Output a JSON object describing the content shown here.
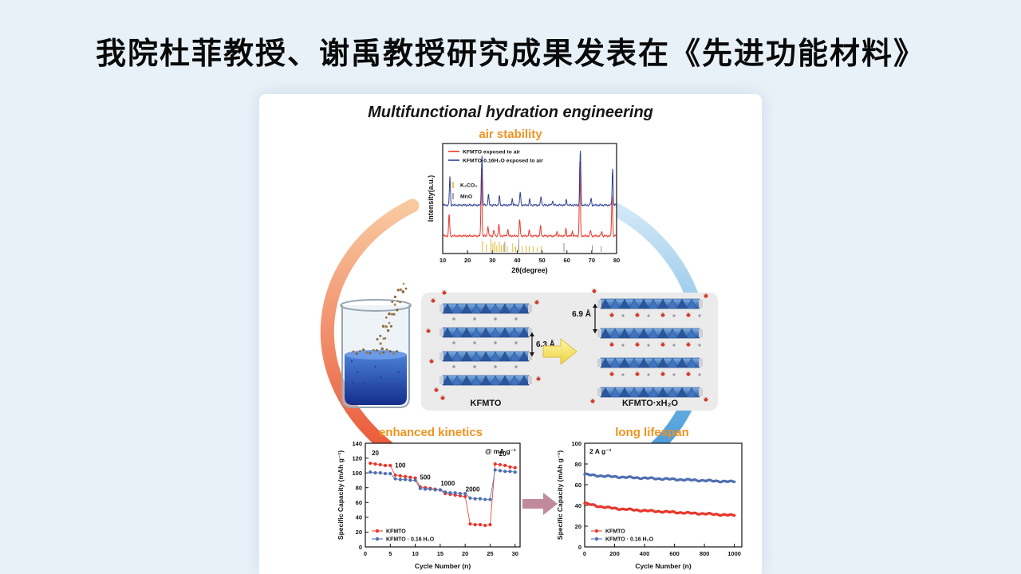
{
  "slide": {
    "title": "我院杜菲教授、谢禹教授研究成果发表在《先进功能材料》"
  },
  "figure": {
    "title": "Multifunctional hydration engineering",
    "sections": {
      "air": "air stability",
      "kinetics": "enhanced kinetics",
      "lifespan": "long lifespan"
    }
  },
  "schematic": {
    "left_label": "KFMTO",
    "right_label": "KFMTO·xH₂O",
    "left_spacing": "6.3 Å",
    "right_spacing": "6.9 Å"
  },
  "colors": {
    "background": "#e9f1f8",
    "panel": "#ffffff",
    "accent_orange": "#f0921e",
    "kfmto_red": "#e8372c",
    "hydrate_navy": "#2e3f94",
    "series_blue": "#4f6fb0",
    "k2co3_yellow": "#d9b832",
    "mno_gray": "#8f8f8f",
    "arc_red": "#e94c2e",
    "arc_blue": "#3f97d8",
    "arrow_pink": "#c18a9a",
    "arrow_yellow": "#eed23f"
  },
  "chart_data": [
    {
      "id": "xrd",
      "type": "line",
      "title": "air stability",
      "xlabel": "2θ(degree)",
      "ylabel": "Intensity(a.u.)",
      "xlim": [
        10,
        80
      ],
      "xticks": [
        10,
        20,
        30,
        40,
        50,
        60,
        70,
        80
      ],
      "legend_position": "top-left",
      "series": [
        {
          "name": "KFMTO exposed to air",
          "color": "#e8372c",
          "baseline": 0.16,
          "peaks": [
            [
              12.6,
              0.2
            ],
            [
              25.6,
              0.62
            ],
            [
              28.2,
              0.09
            ],
            [
              30.6,
              0.05
            ],
            [
              32.6,
              0.11
            ],
            [
              36.2,
              0.06
            ],
            [
              41.0,
              0.15
            ],
            [
              44.8,
              0.05
            ],
            [
              49.4,
              0.09
            ],
            [
              56.0,
              0.04
            ],
            [
              59.6,
              0.06
            ],
            [
              62.2,
              0.04
            ],
            [
              65.2,
              0.68
            ],
            [
              69.5,
              0.05
            ],
            [
              74.0,
              0.04
            ],
            [
              78.2,
              0.38
            ]
          ]
        },
        {
          "name": "KFMTO·0.16H₂O exposed to air",
          "color": "#2e3f94",
          "baseline": 0.44,
          "peaks": [
            [
              12.9,
              0.26
            ],
            [
              25.8,
              0.46
            ],
            [
              28.4,
              0.1
            ],
            [
              32.8,
              0.08
            ],
            [
              38.0,
              0.06
            ],
            [
              41.2,
              0.12
            ],
            [
              45.0,
              0.05
            ],
            [
              49.6,
              0.08
            ],
            [
              54.2,
              0.04
            ],
            [
              59.8,
              0.05
            ],
            [
              65.4,
              0.5
            ],
            [
              69.7,
              0.06
            ],
            [
              78.4,
              0.33
            ]
          ]
        }
      ],
      "references": [
        {
          "name": "K₂CO₃",
          "color": "#d9b832",
          "ticks": [
            [
              26.0,
              0.1
            ],
            [
              27.6,
              0.07
            ],
            [
              29.4,
              0.12
            ],
            [
              30.2,
              0.08
            ],
            [
              31.0,
              0.1
            ],
            [
              31.8,
              0.06
            ],
            [
              32.8,
              0.09
            ],
            [
              33.6,
              0.06
            ],
            [
              34.6,
              0.07
            ],
            [
              36.0,
              0.05
            ],
            [
              38.2,
              0.08
            ],
            [
              39.4,
              0.05
            ],
            [
              40.6,
              0.06
            ],
            [
              42.0,
              0.05
            ],
            [
              43.6,
              0.06
            ],
            [
              44.8,
              0.05
            ],
            [
              46.4,
              0.05
            ],
            [
              48.0,
              0.04
            ],
            [
              49.6,
              0.05
            ]
          ]
        },
        {
          "name": "MnO",
          "color": "#8f8f8f",
          "ticks": [
            [
              35.0,
              0.09
            ],
            [
              40.6,
              0.12
            ],
            [
              58.8,
              0.08
            ],
            [
              70.2,
              0.06
            ],
            [
              73.8,
              0.05
            ]
          ]
        }
      ]
    },
    {
      "id": "rate",
      "type": "scatter",
      "title": "enhanced kinetics",
      "xlabel": "Cycle Number (n)",
      "ylabel": "Specific Capacity (mAh g⁻¹)",
      "xlim": [
        0,
        31
      ],
      "ylim": [
        0,
        140
      ],
      "xticks": [
        0,
        5,
        10,
        15,
        20,
        25,
        30
      ],
      "yticks": [
        0,
        20,
        40,
        60,
        80,
        100,
        120,
        140
      ],
      "annotation": {
        "text": "@ mA g⁻¹",
        "pos": "top-right"
      },
      "rate_labels": [
        {
          "text": "20",
          "x": 2,
          "y": 124
        },
        {
          "text": "100",
          "x": 7,
          "y": 107
        },
        {
          "text": "500",
          "x": 12,
          "y": 91
        },
        {
          "text": "1000",
          "x": 16.5,
          "y": 83
        },
        {
          "text": "2000",
          "x": 21.5,
          "y": 75
        },
        {
          "text": "20",
          "x": 27.5,
          "y": 123
        }
      ],
      "series": [
        {
          "name": "KFMTO",
          "color": "#e8372c",
          "y": [
            113,
            112,
            111,
            110,
            110,
            97,
            96,
            95,
            94,
            93,
            81,
            80,
            79,
            78,
            77,
            72,
            71,
            70,
            69,
            68,
            31,
            30,
            30,
            29,
            30,
            112,
            111,
            110,
            108,
            107
          ]
        },
        {
          "name": "KFMTO · 0.16 H₂O",
          "color": "#4f6fb0",
          "y": [
            101,
            100,
            100,
            99,
            99,
            92,
            91,
            91,
            90,
            90,
            79,
            78,
            78,
            77,
            77,
            74,
            73,
            73,
            72,
            72,
            66,
            65,
            65,
            64,
            64,
            104,
            103,
            102,
            102,
            101
          ]
        }
      ]
    },
    {
      "id": "cycling",
      "type": "scatter",
      "title": "long lifespan",
      "xlabel": "Cycle Number (n)",
      "ylabel": "Specific Capacity (mAh g⁻¹)",
      "xlim": [
        0,
        1050
      ],
      "ylim": [
        0,
        100
      ],
      "xticks": [
        0,
        200,
        400,
        600,
        800,
        1000
      ],
      "yticks": [
        0,
        20,
        40,
        60,
        80,
        100
      ],
      "annotation": {
        "text": "2 A g⁻¹",
        "pos": "top-left"
      },
      "x_step": 50,
      "series": [
        {
          "name": "KFMTO",
          "color": "#e8372c",
          "y": [
            42,
            40.5,
            39,
            38,
            37.2,
            36.5,
            36,
            35.5,
            35,
            34.6,
            34.2,
            33.8,
            33.4,
            33,
            32.6,
            32.3,
            32,
            31.6,
            31.2,
            30.8,
            30.3
          ]
        },
        {
          "name": "KFMTO · 0.16 H₂O",
          "color": "#4f6fb0",
          "y": [
            70,
            69.2,
            68.6,
            68.1,
            67.7,
            67.3,
            67,
            66.7,
            66.4,
            66.1,
            65.8,
            65.5,
            65.2,
            64.9,
            64.6,
            64.3,
            64,
            63.7,
            63.4,
            63.1,
            62.8
          ]
        }
      ]
    }
  ]
}
